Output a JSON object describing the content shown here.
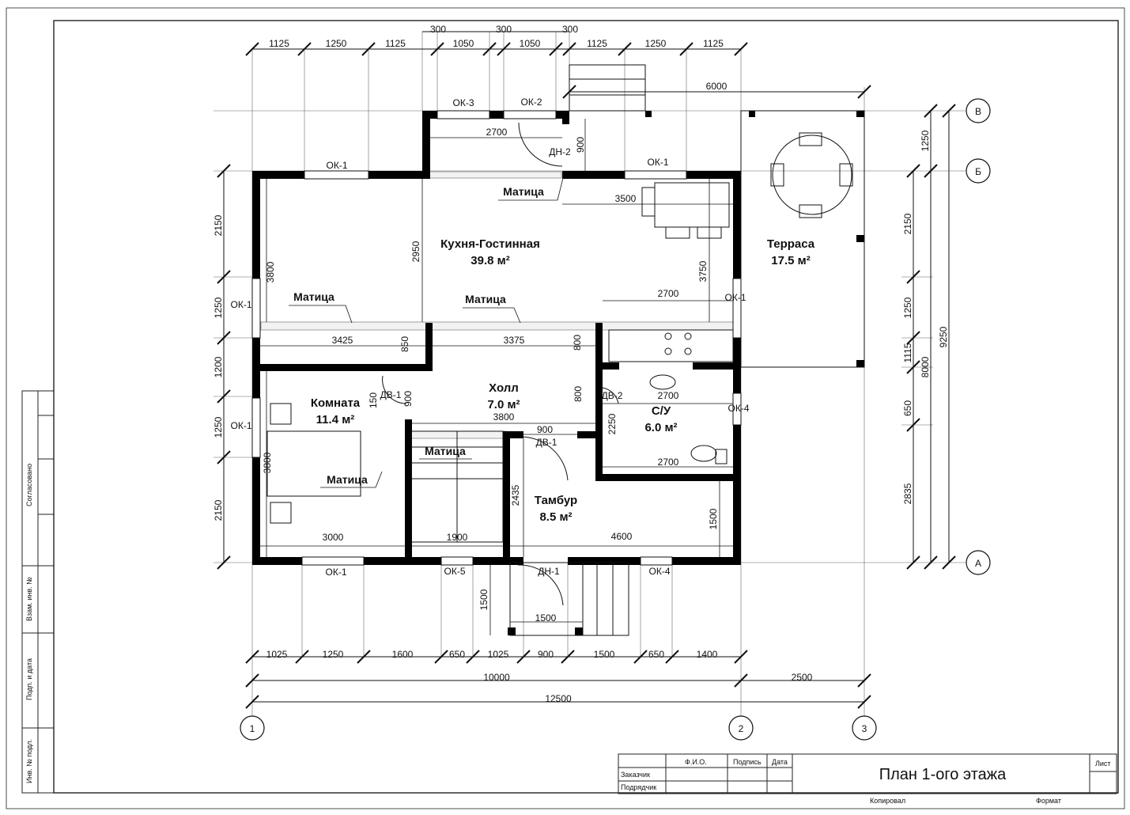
{
  "sheet": {
    "title": "План 1-ого этажа",
    "stamp": {
      "fio": "Ф.И.О.",
      "sign": "Подпись",
      "date": "Дата",
      "customer": "Заказчик",
      "contractor": "Подрядчик",
      "sheet": "Лист",
      "copied": "Копировал",
      "format": "Формат"
    },
    "side_stamp": {
      "agreed": "Согласовано",
      "inv_swap": "Взам. инв. №",
      "sign_date": "Подп. и дата",
      "inv_orig": "Инв. № подл."
    }
  },
  "axes": {
    "a1": "1",
    "a2": "2",
    "a3": "3",
    "aA": "А",
    "aB": "Б",
    "aV": "В"
  },
  "rooms": {
    "kitchen": {
      "name": "Кухня-Гостинная",
      "area": "39.8 м²"
    },
    "terrace": {
      "name": "Терраса",
      "area": "17.5 м²"
    },
    "room": {
      "name": "Комната",
      "area": "11.4 м²"
    },
    "hall": {
      "name": "Холл",
      "area": "7.0 м²"
    },
    "wc": {
      "name": "С/У",
      "area": "6.0 м²"
    },
    "tambur": {
      "name": "Тамбур",
      "area": "8.5 м²"
    }
  },
  "beams": {
    "b1": "Матица",
    "b2": "Матица",
    "b3": "Матица",
    "b4": "Матица",
    "b5": "Матица"
  },
  "openings": {
    "ok1_top": "ОК-1",
    "ok3": "ОК-3",
    "ok2": "ОК-2",
    "dn2": "ДН-2",
    "ok1_kitchen": "ОК-1",
    "ok1_left1": "ОК-1",
    "ok1_left2": "ОК-1",
    "ok1_right": "ОК-1",
    "ok4_right": "ОК-4",
    "dv1_room": "ДВ-1",
    "dv2": "ДВ-2",
    "dv1_tambur": "ДВ-1",
    "ok1_bottom": "ОК-1",
    "ok5": "ОК-5",
    "dn1": "ДН-1",
    "ok4_bottom": "ОК-4"
  },
  "dims": {
    "top_small": [
      "300",
      "300",
      "300"
    ],
    "top": [
      "1125",
      "1250",
      "1125",
      "1050",
      "1050",
      "1125",
      "1250",
      "1125"
    ],
    "porch_width": "6000",
    "bottom": [
      "1025",
      "1250",
      "1600",
      "650",
      "1025",
      "900",
      "1500",
      "650",
      "1400"
    ],
    "total_10000": "10000",
    "total_2500": "2500",
    "total_12500": "12500",
    "left": [
      "2150",
      "1250",
      "1200",
      "1250",
      "2150"
    ],
    "right_a": [
      "1250",
      "2150",
      "1250",
      "1115",
      "650",
      "2835"
    ],
    "right_8000": "8000",
    "right_9250": "9250",
    "interior": {
      "d2700a": "2700",
      "d900a": "900",
      "d3500": "3500",
      "d3800a": "3800",
      "d2950": "2950",
      "d3750": "3750",
      "d2700b": "2700",
      "d3425": "3425",
      "d850": "850",
      "d3375": "3375",
      "d800a": "800",
      "d800b": "800",
      "d150": "150",
      "d900b": "900",
      "d2700c": "2700",
      "d3800b": "3800",
      "d900c": "900",
      "d2250": "2250",
      "d3800c": "3800",
      "d2435": "2435",
      "d2700d": "2700",
      "d1500a": "1500",
      "d3000": "3000",
      "d1900": "1900",
      "d4600": "4600",
      "d1500b": "1500",
      "d1500c": "1500"
    }
  }
}
